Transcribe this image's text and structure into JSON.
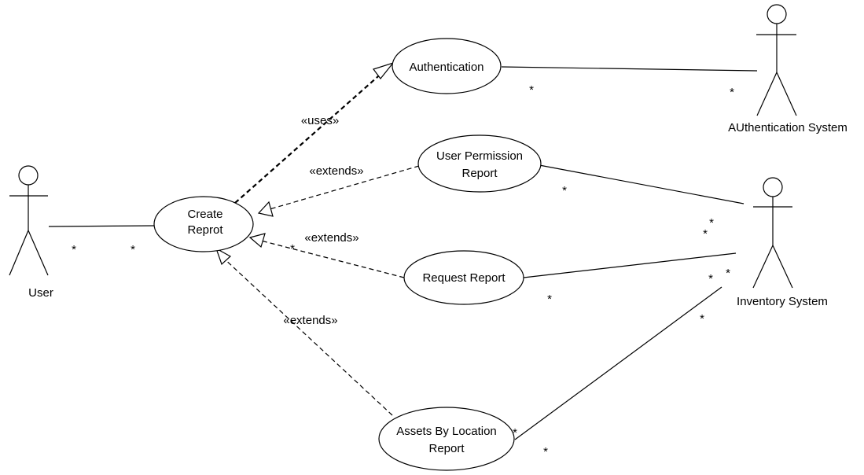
{
  "actors": {
    "user": "User",
    "auth_system": "AUthentication System",
    "inventory_system": "Inventory System"
  },
  "use_cases": {
    "create_report": [
      "Create",
      "Reprot"
    ],
    "authentication": [
      "Authentication"
    ],
    "user_permission_report": [
      "User Permission",
      "Report"
    ],
    "request_report": [
      "Request Report"
    ],
    "assets_by_location_report": [
      "Assets By Location",
      "Report"
    ]
  },
  "relations": {
    "uses": "«uses»",
    "extends": "«extends»"
  },
  "multiplicity": "*"
}
